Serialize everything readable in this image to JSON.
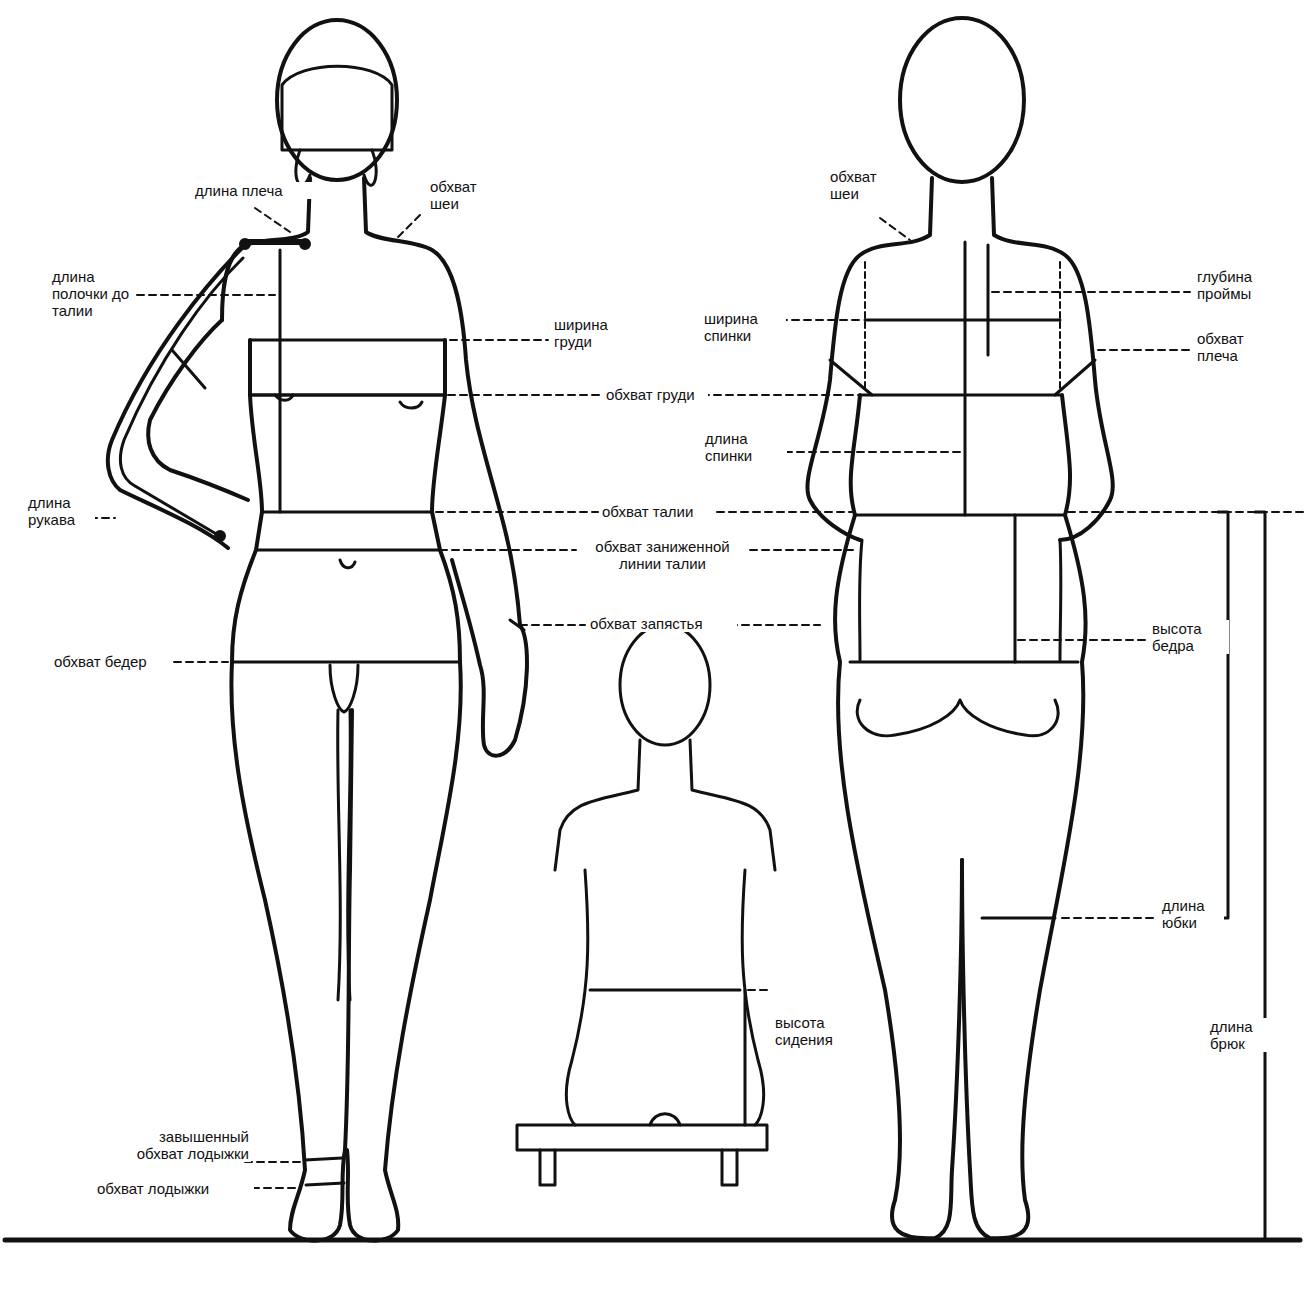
{
  "diagram": {
    "labels": [
      "длина плеча",
      "обхват шеи",
      "длина полочки до талии",
      "ширина груди",
      "обхват груди",
      "обхват шеи",
      "глубина проймы",
      "ширина спинки",
      "обхват плеча",
      "длина спинки",
      "длина рукава",
      "обхват талии",
      "обхват заниженной линии талии",
      "обхват запястья",
      "высота бедра",
      "обхват бедер",
      "длина юбки",
      "высота сидения",
      "длина брюк",
      "завышенный обхват лодыжки",
      "обхват лодыжки"
    ]
  }
}
